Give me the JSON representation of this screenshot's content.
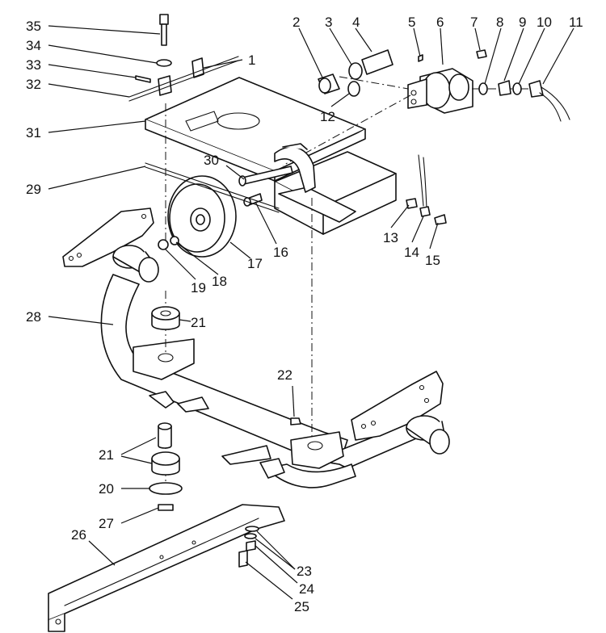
{
  "diagram": {
    "callouts": [
      {
        "id": "c1",
        "label": "1"
      },
      {
        "id": "c2",
        "label": "2"
      },
      {
        "id": "c3",
        "label": "3"
      },
      {
        "id": "c4",
        "label": "4"
      },
      {
        "id": "c5",
        "label": "5"
      },
      {
        "id": "c6",
        "label": "6"
      },
      {
        "id": "c7",
        "label": "7"
      },
      {
        "id": "c8",
        "label": "8"
      },
      {
        "id": "c9",
        "label": "9"
      },
      {
        "id": "c10",
        "label": "10"
      },
      {
        "id": "c11",
        "label": "11"
      },
      {
        "id": "c12",
        "label": "12"
      },
      {
        "id": "c13",
        "label": "13"
      },
      {
        "id": "c14",
        "label": "14"
      },
      {
        "id": "c15",
        "label": "15"
      },
      {
        "id": "c16",
        "label": "16"
      },
      {
        "id": "c17",
        "label": "17"
      },
      {
        "id": "c18",
        "label": "18"
      },
      {
        "id": "c19",
        "label": "19"
      },
      {
        "id": "c20",
        "label": "20"
      },
      {
        "id": "c21a",
        "label": "21"
      },
      {
        "id": "c21b",
        "label": "21"
      },
      {
        "id": "c22",
        "label": "22"
      },
      {
        "id": "c23",
        "label": "23"
      },
      {
        "id": "c24",
        "label": "24"
      },
      {
        "id": "c25",
        "label": "25"
      },
      {
        "id": "c26",
        "label": "26"
      },
      {
        "id": "c27",
        "label": "27"
      },
      {
        "id": "c28",
        "label": "28"
      },
      {
        "id": "c29",
        "label": "29"
      },
      {
        "id": "c30",
        "label": "30"
      },
      {
        "id": "c31",
        "label": "31"
      },
      {
        "id": "c32",
        "label": "32"
      },
      {
        "id": "c33",
        "label": "33"
      },
      {
        "id": "c34",
        "label": "34"
      },
      {
        "id": "c35",
        "label": "35"
      }
    ]
  }
}
